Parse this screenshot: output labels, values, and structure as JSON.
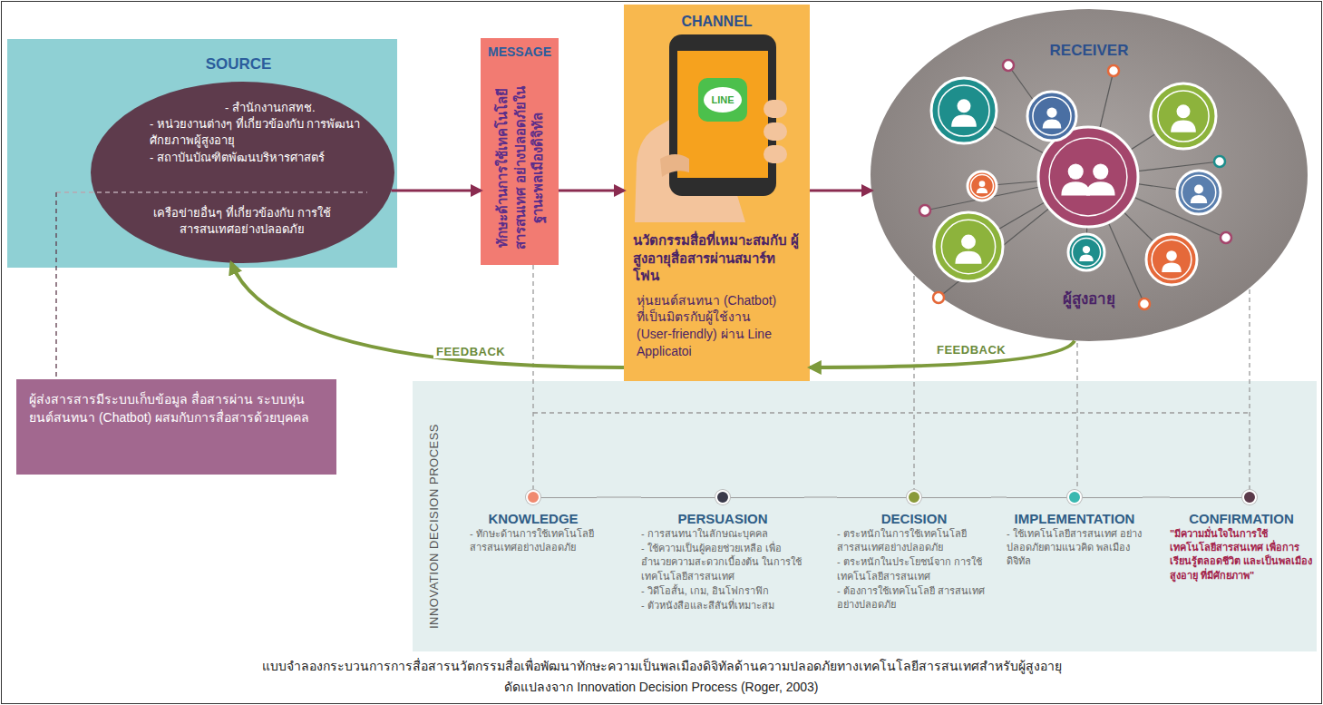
{
  "diagram": {
    "caption": "แบบจำลองกระบวนการการสื่อสารนวัตกรรมสื่อเพื่อพัฒนาทักษะความเป็นพลเมืองดิจิทัลด้านความปลอดภัยทางเทคโนโลยีสารสนเทศสำหรับผู้สูงอายุ",
    "nodes": [
      {
        "text": [
          "SOURCE"
        ]
      },
      {
        "text": [
          "- สำนักงานกสทช.",
          "- หน่วยงานต่างๆ ที่เกี่ยวข้องกับ การพัฒนาศักยภาพผู้สูงอายุ",
          "- สถาบันบัณฑิตพัฒนบริหารศาสตร์",
          "เครือข่ายอื่นๆ ที่เกี่ยวข้องกับ การใช้สารสนเทศอย่างปลอดภัย"
        ],
        "in": 0
      },
      {
        "text": [
          "MESSAGE",
          "ทักษะด้านการใช้เทคโนโลยีสารสนเทศ อย่างปลอดภัยในฐานะพลเมืองดิจิทัล"
        ]
      },
      {
        "text": [
          "CHANNEL",
          "LINE",
          "นวัตกรรมสื่อที่เหมาะสมกับ ผู้สูงอายุสื่อสารผ่านสมาร์ท โฟน",
          "หุ่นยนต์สนทนา (Chatbot) ที่เป็นมิตรกับผู้ใช้งาน (User-friendly) ผ่าน Line Applicatoi"
        ]
      },
      {
        "text": [
          "RECEIVER",
          "ผู้สูงอายุ"
        ]
      },
      {
        "text": [
          "ผู้ส่งสารสารมีระบบเก็บข้อมูล สื่อสารผ่าน ระบบหุ่นยนต์สนทนา (Chatbot) ผสมกับการสื่อสารด้วยบุคคล"
        ]
      },
      {
        "text": [
          "INNOVATION DECISION PROCESS"
        ]
      },
      {
        "text": [
          "KNOWLEDGE",
          "- ทักษะด้านการใช้เทคโนโลยี สารสนเทศอย่างปลอดภัย"
        ],
        "in": 6
      },
      {
        "text": [
          "PERSUASION",
          "- การสนทนาในลักษณะบุคคล",
          "- ใช้ความเป็นผู้คอยช่วยเหลือ เพื่ออำนวยความสะดวกเบื้องต้น ในการใช้เทคโนโลยีสารสนเทศ",
          "- วิดีโอสั้น, เกม, อินโฟกราฟิก",
          "- ตัวหนังสือและสีสันที่เหมาะสม"
        ],
        "in": 6
      },
      {
        "text": [
          "DECISION",
          "- ตระหนักในการใช้เทคโนโลยี สารสนเทศอย่างปลอดภัย",
          "- ตระหนักในประโยชน์จาก การใช้เทคโนโลยีสารสนเทศ",
          "- ต้องการใช้เทคโนโลยี สารสนเทศอย่างปลอดภัย"
        ],
        "in": 6
      },
      {
        "text": [
          "IMPLEMENTATION",
          "- ใช้เทคโนโลยีสารสนเทศ อย่างปลอดภัยตามแนวคิด พลเมืองดิจิทัล"
        ],
        "in": 6
      },
      {
        "text": [
          "CONFIRMATION",
          "\"มีความมั่นใจในการใช้ เทคโนโลยีสารสนเทศ เพื่อการเรียนรู้ตลอดชีวิต และเป็นพลเมืองสูงอายุ ที่มีศักยภาพ\""
        ],
        "in": 6
      }
    ],
    "edges": [
      {
        "from": 1,
        "to": 2,
        "arrow": "to"
      },
      {
        "from": 2,
        "to": 3,
        "arrow": "to"
      },
      {
        "from": 3,
        "to": 4,
        "arrow": "to"
      },
      {
        "from": 4,
        "to": 3,
        "arrow": "to",
        "label": "FEEDBACK"
      },
      {
        "from": 3,
        "to": 1,
        "arrow": "to",
        "label": "FEEDBACK"
      },
      {
        "from": 7,
        "to": 8,
        "arrow": "none"
      },
      {
        "from": 8,
        "to": 9,
        "arrow": "none"
      },
      {
        "from": 9,
        "to": 10,
        "arrow": "none"
      },
      {
        "from": 10,
        "to": 11,
        "arrow": "none"
      }
    ],
    "labels": [
      "ดัดแปลงจาก Innovation Decision Process (Roger, 2003)"
    ]
  }
}
